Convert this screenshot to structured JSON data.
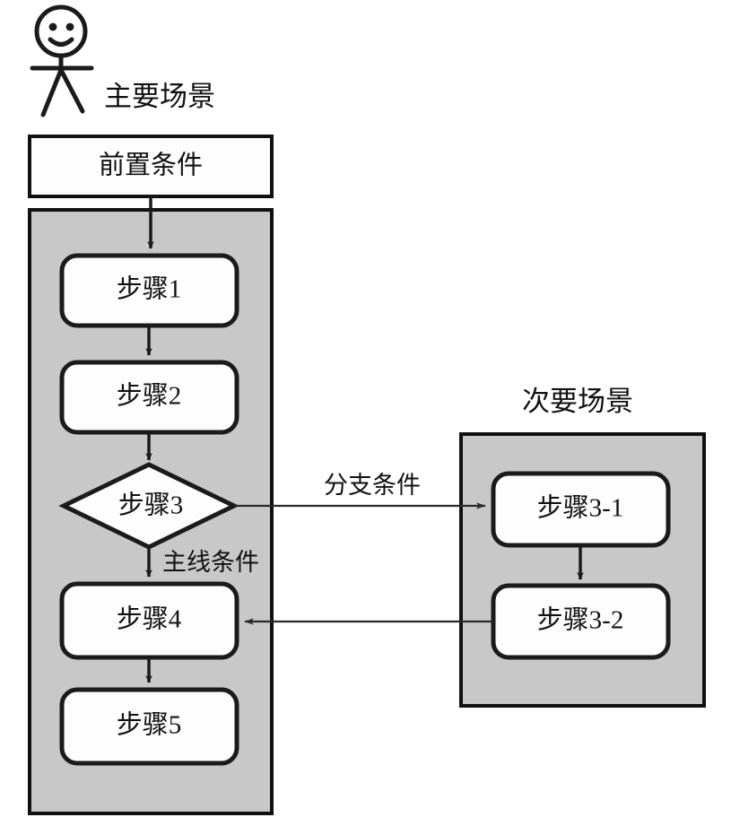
{
  "diagram": {
    "title_main": "主要场景",
    "title_secondary": "次要场景",
    "actor_icon": "stick-figure-actor-icon",
    "colors": {
      "panel_gray": "#c8c8c8",
      "node_fill": "#fdfdfd",
      "stroke": "#1b1b1b",
      "background": "#ffffff"
    },
    "precondition": {
      "label": "前置条件",
      "shape": "rectangle"
    },
    "main_scenario": {
      "label": "主要场景",
      "steps": [
        {
          "id": "step1",
          "label": "步骤1",
          "shape": "rounded-rectangle"
        },
        {
          "id": "step2",
          "label": "步骤2",
          "shape": "rounded-rectangle"
        },
        {
          "id": "step3",
          "label": "步骤3",
          "shape": "diamond"
        },
        {
          "id": "step4",
          "label": "步骤4",
          "shape": "rounded-rectangle"
        },
        {
          "id": "step5",
          "label": "步骤5",
          "shape": "rounded-rectangle"
        }
      ]
    },
    "secondary_scenario": {
      "label": "次要场景",
      "steps": [
        {
          "id": "step3-1",
          "label": "步骤3-1",
          "shape": "rounded-rectangle"
        },
        {
          "id": "step3-2",
          "label": "步骤3-2",
          "shape": "rounded-rectangle"
        }
      ]
    },
    "edges": [
      {
        "id": "edge-pre-step1",
        "from": "precondition",
        "to": "step1",
        "label": ""
      },
      {
        "id": "edge-step1-step2",
        "from": "step1",
        "to": "step2",
        "label": ""
      },
      {
        "id": "edge-step2-step3",
        "from": "step2",
        "to": "step3",
        "label": ""
      },
      {
        "id": "edge-step3-step31",
        "from": "step3",
        "to": "step3-1",
        "label": "分支条件"
      },
      {
        "id": "edge-step3-step4",
        "from": "step3",
        "to": "step4",
        "label": "主线条件"
      },
      {
        "id": "edge-step31-step32",
        "from": "step3-1",
        "to": "step3-2",
        "label": ""
      },
      {
        "id": "edge-step32-step4",
        "from": "step3-2",
        "to": "step4",
        "label": ""
      },
      {
        "id": "edge-step4-step5",
        "from": "step4",
        "to": "step5",
        "label": ""
      }
    ],
    "edge_labels": {
      "branch_condition": "分支条件",
      "mainline_condition": "主线条件"
    }
  }
}
